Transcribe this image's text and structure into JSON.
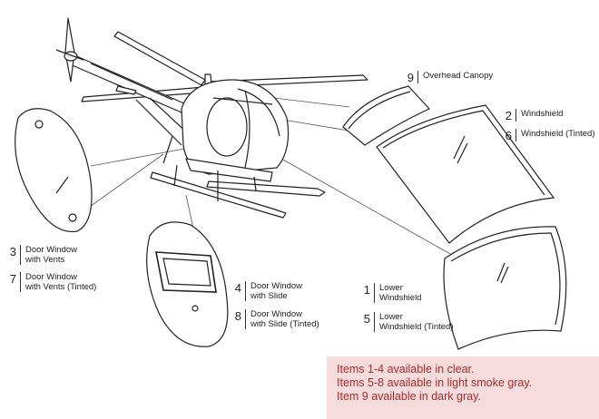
{
  "callouts": [
    {
      "id": "overhead-canopy",
      "number": "9",
      "lines": [
        "Overhead Canopy"
      ]
    },
    {
      "id": "windshield",
      "number": "2",
      "lines": [
        "Windshield"
      ]
    },
    {
      "id": "windshield-tinted",
      "number": "6",
      "lines": [
        "Windshield (Tinted)"
      ]
    },
    {
      "id": "door-window-vents",
      "number": "3",
      "lines": [
        "Door Window",
        "with Vents"
      ]
    },
    {
      "id": "door-window-vents-tinted",
      "number": "7",
      "lines": [
        "Door Window",
        "with Vents (Tinted)"
      ]
    },
    {
      "id": "door-window-slide",
      "number": "4",
      "lines": [
        "Door Window",
        "with Slide"
      ]
    },
    {
      "id": "door-window-slide-tinted",
      "number": "8",
      "lines": [
        "Door Window",
        "with Slide (Tinted)"
      ]
    },
    {
      "id": "lower-windshield",
      "number": "1",
      "lines": [
        "Lower",
        "Windshield"
      ]
    },
    {
      "id": "lower-windshield-tinted",
      "number": "5",
      "lines": [
        "Lower",
        "Windshield (Tinted)"
      ]
    }
  ],
  "availability_note": {
    "lines": [
      "Items 1-4 available in clear.",
      "Items 5-8 available in light smoke gray.",
      "Item 9 available in dark gray."
    ],
    "background_color": "#f6dcdc",
    "text_color": "#b02a2a"
  },
  "colors": {
    "line_art": "#222222",
    "leader_lines": "#444444"
  }
}
